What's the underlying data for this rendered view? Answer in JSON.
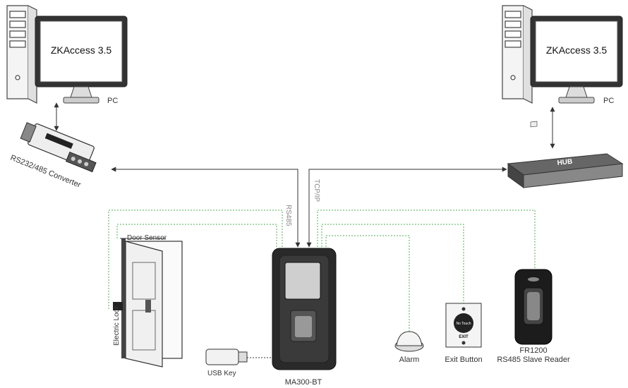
{
  "title": "",
  "pc_left": {
    "screen_text": "ZKAccess 3.5",
    "label": "PC"
  },
  "pc_right": {
    "screen_text": "ZKAccess 3.5",
    "label": "PC"
  },
  "converter": {
    "label": "RS232/485 Converter"
  },
  "hub": {
    "label": "HUB"
  },
  "links": {
    "rs485": "RS485",
    "tcpip": "TCP/IP"
  },
  "door": {
    "sensor_label": "Door Sensor",
    "lock_label": "Electric Lock"
  },
  "usb": {
    "label": "USB Key"
  },
  "device": {
    "label": "MA300-BT"
  },
  "alarm": {
    "label": "Alarm"
  },
  "exit_button": {
    "label": "Exit Button",
    "face_text": "EXIT",
    "touch_text": "No Touch"
  },
  "reader": {
    "label_line1": "FR1200",
    "label_line2": "RS485 Slave Reader"
  },
  "colors": {
    "wire_dashed": "#4caf50",
    "arrow_line": "#333333",
    "usb_dotted": "#333333"
  }
}
